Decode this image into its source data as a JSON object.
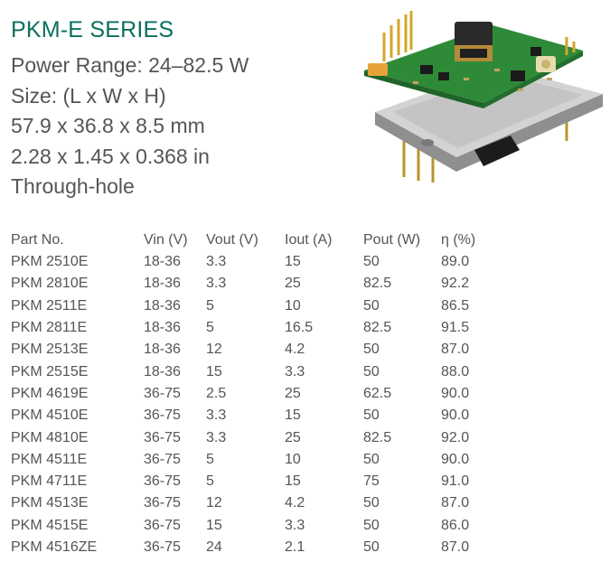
{
  "title": "PKM-E SERIES",
  "specs": [
    "Power Range: 24–82.5 W",
    "Size: (L x W x H)",
    "57.9 x 36.8 x 8.5 mm",
    "2.28 x 1.45 x 0.368 in",
    "Through-hole"
  ],
  "table": {
    "headers": [
      "Part No.",
      "Vin (V)",
      "Vout (V)",
      "Iout (A)",
      "Pout (W)",
      "η (%)"
    ],
    "rows": [
      [
        "PKM 2510E",
        "18-36",
        "3.3",
        "15",
        "50",
        "89.0"
      ],
      [
        "PKM 2810E",
        "18-36",
        "3.3",
        "25",
        "82.5",
        "92.2"
      ],
      [
        "PKM 2511E",
        "18-36",
        "5",
        "10",
        "50",
        "86.5"
      ],
      [
        "PKM 2811E",
        "18-36",
        "5",
        "16.5",
        "82.5",
        "91.5"
      ],
      [
        "PKM 2513E",
        "18-36",
        "12",
        "4.2",
        "50",
        "87.0"
      ],
      [
        "PKM 2515E",
        "18-36",
        "15",
        "3.3",
        "50",
        "88.0"
      ],
      [
        "PKM 4619E",
        "36-75",
        "2.5",
        "25",
        "62.5",
        "90.0"
      ],
      [
        "PKM 4510E",
        "36-75",
        "3.3",
        "15",
        "50",
        "90.0"
      ],
      [
        "PKM 4810E",
        "36-75",
        "3.3",
        "25",
        "82.5",
        "92.0"
      ],
      [
        "PKM 4511E",
        "36-75",
        "5",
        "10",
        "50",
        "90.0"
      ],
      [
        "PKM 4711E",
        "36-75",
        "5",
        "15",
        "75",
        "91.0"
      ],
      [
        "PKM 4513E",
        "36-75",
        "12",
        "4.2",
        "50",
        "87.0"
      ],
      [
        "PKM 4515E",
        "36-75",
        "15",
        "3.3",
        "50",
        "86.0"
      ],
      [
        "PKM 4516ZE",
        "36-75",
        "24",
        "2.1",
        "50",
        "87.0"
      ]
    ]
  },
  "colors": {
    "title": "#0a6f5c",
    "text": "#555555",
    "pcb": "#2e8b3a",
    "baseplate": "#c8c8c8"
  }
}
